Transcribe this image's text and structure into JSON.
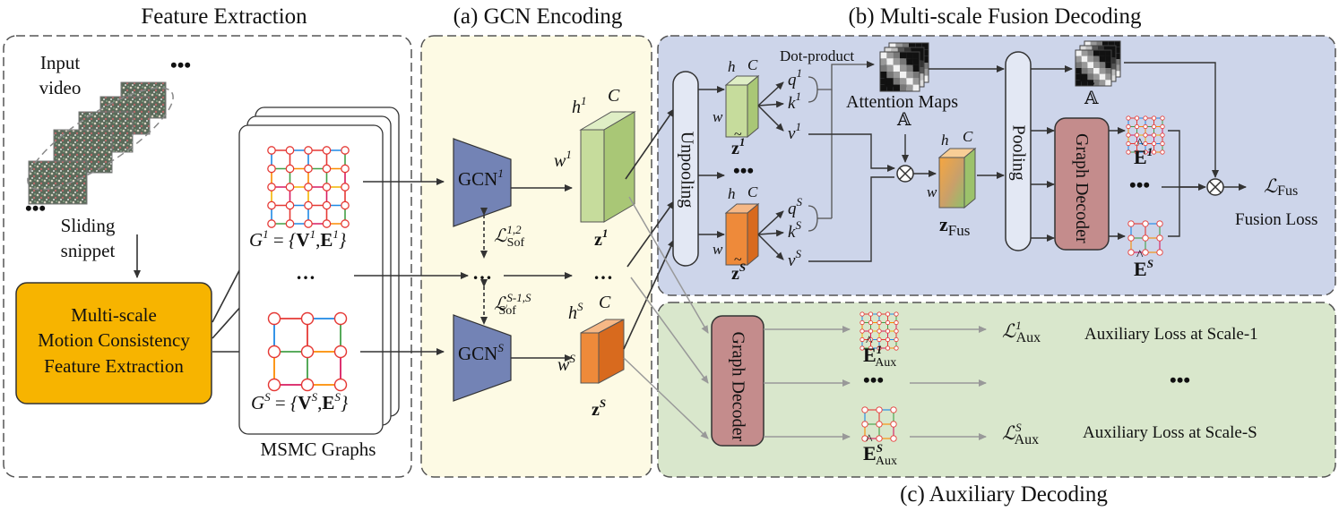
{
  "sections": {
    "feature_extraction": "Feature Extraction",
    "gcn_encoding": "(a) GCN Encoding",
    "fusion_decoding": "(b) Multi-scale Fusion Decoding",
    "auxiliary_decoding": "(c) Auxiliary Decoding"
  },
  "feature": {
    "input_video": [
      "Input",
      "video"
    ],
    "sliding_snippet": [
      "Sliding",
      "snippet"
    ],
    "extraction_box": [
      "Multi-scale",
      "Motion Consistency",
      "Feature Extraction"
    ],
    "graphs_caption": "MSMC Graphs",
    "graph_top_eq": "= {V",
    "ellipsis": "…",
    "dots": "•••"
  },
  "gcn": {
    "gcn_label": "GCN",
    "sof_label": "Sof",
    "sup_1": "1",
    "sup_S": "S",
    "sup_12": "1,2",
    "sup_S1S": "S-1,S",
    "C": "C",
    "h": "h",
    "w": "w",
    "z": "z"
  },
  "fusion": {
    "unpooling": "Unpooling",
    "pooling": "Pooling",
    "graph_decoder": "Graph Decoder",
    "dot_product": "Dot-product",
    "attention_maps": "Attention Maps",
    "attn_symbol": "𝔸",
    "fus_sub": "Fus",
    "fusion_loss": "Fusion Loss",
    "q": "q",
    "k": "k",
    "v": "v",
    "E": "E"
  },
  "aux": {
    "graph_decoder": "Graph Decoder",
    "aux_sub": "Aux",
    "loss_scale_1": "Auxiliary Loss at Scale-1",
    "loss_scale_S": "Auxiliary Loss at Scale-S"
  },
  "colors": {
    "gcn_panel": "#fdfae4",
    "fusion_panel": "#cdd5ea",
    "aux_panel": "#d9e7cc",
    "gcn_block": "#7383b5",
    "decoder": "#c48c8c",
    "extraction": "#f7b400",
    "green_cube": "#c6dc9c",
    "orange_cube": "#ee8a3a"
  }
}
